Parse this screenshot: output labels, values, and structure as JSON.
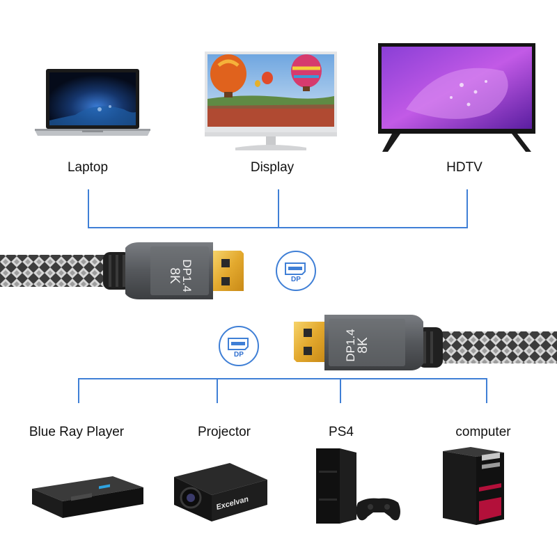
{
  "top_devices": [
    {
      "label": "Laptop"
    },
    {
      "label": "Display"
    },
    {
      "label": "HDTV"
    }
  ],
  "bottom_devices": [
    {
      "label": "Blue Ray Player"
    },
    {
      "label": "Projector"
    },
    {
      "label": "PS4"
    },
    {
      "label": "computer"
    }
  ],
  "connector_top": {
    "line1": "DP1.4",
    "line2": "8K"
  },
  "connector_bottom": {
    "line1": "DP1.4",
    "line2": "8K"
  },
  "port_badges": [
    {
      "text": "DP"
    },
    {
      "text": "DP"
    }
  ],
  "projector_brand": "Excelvan",
  "colors": {
    "accent_line": "#3f7fd6",
    "connector_gold": "#e8b53c",
    "connector_shell": "#5f6266"
  }
}
